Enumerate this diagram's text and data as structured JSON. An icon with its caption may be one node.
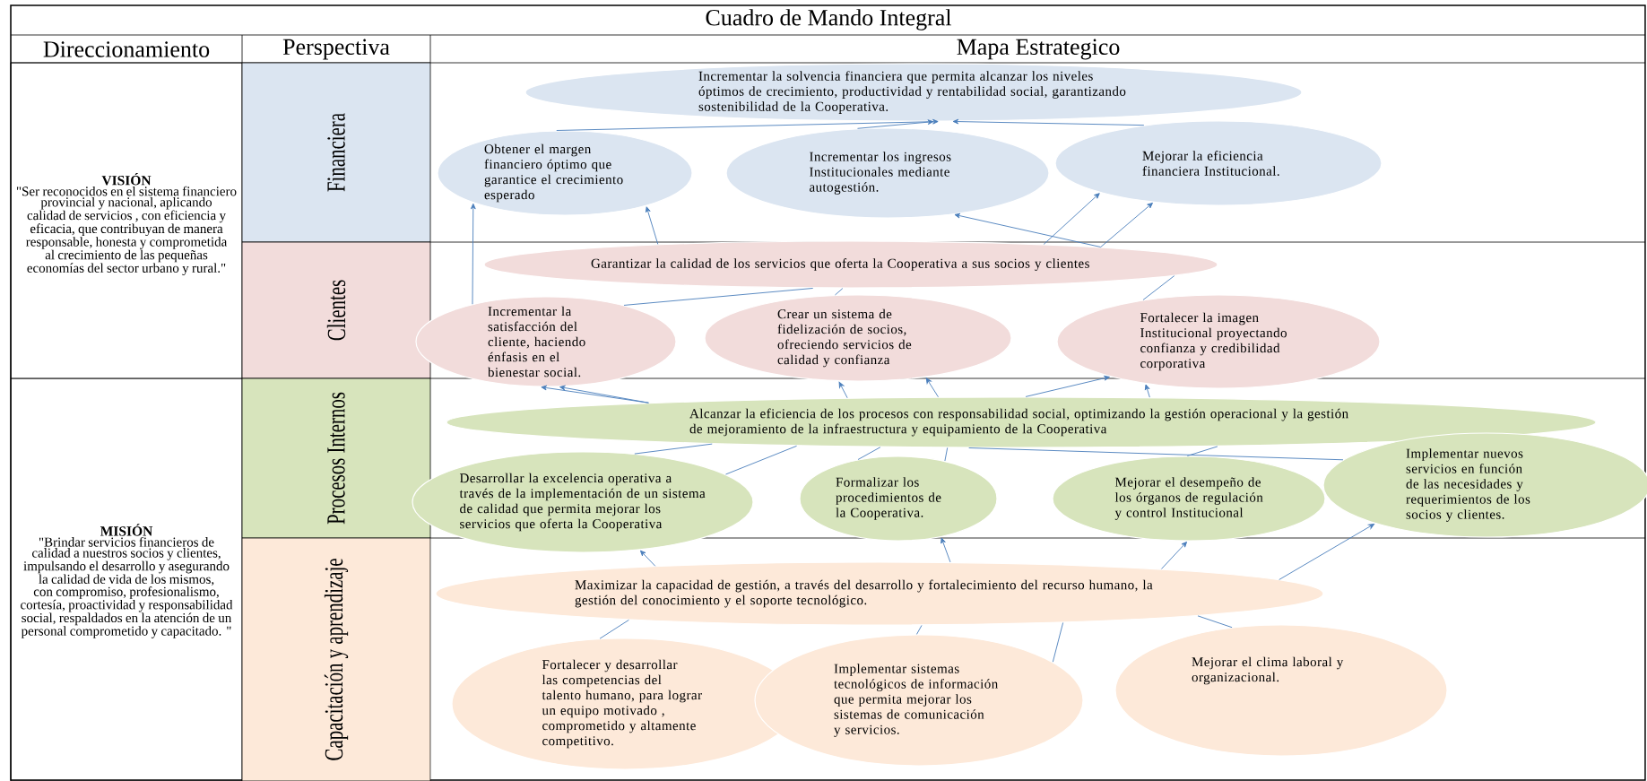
{
  "diagram": {
    "title": "Cuadro de Mando Integral",
    "nodes": [
      {
        "text": [
          "VISIÓN",
          "\"Ser reconocidos en el sistema financiero provincial y nacional, aplicando calidad de servicios , con eficiencia y eficacia, que contribuyan de manera responsable, honesta y comprometida al crecimiento de las pequeñas economías del sector urbano y rural.\""
        ]
      },
      {
        "text": [
          "Financiera"
        ]
      },
      {
        "text": [
          "Incrementar la solvencia financiera que permita alcanzar los niveles óptimos de crecimiento, productividad y rentabilidad social, garantizando sostenibilidad de la Cooperativa."
        ]
      },
      {
        "text": [
          "Obtener el margen financiero óptimo que garantice el crecimiento esperado"
        ]
      },
      {
        "text": [
          "Incrementar los ingresos Institucionales mediante autogestión."
        ]
      },
      {
        "text": [
          "Mejorar la eficiencia financiera Institucional."
        ]
      },
      {
        "text": [
          "Clientes"
        ]
      },
      {
        "text": [
          "Garantizar la calidad de los servicios que oferta la Cooperativa a sus socios y clientes"
        ]
      },
      {
        "text": [
          "Incrementar la satisfacción del cliente, haciendo énfasis en el bienestar social."
        ]
      },
      {
        "text": [
          "Crear un sistema de fidelización de socios, ofreciendo servicios de calidad y confianza"
        ]
      },
      {
        "text": [
          "Fortalecer la imagen Institucional proyectando confianza y credibilidad corporativa"
        ]
      },
      {
        "text": [
          "MISIÓN",
          "\"Brindar servicios financieros de calidad a nuestros socios y clientes, impulsando el desarrollo y asegurando la calidad de vida de los mismos, con compromiso, profesionalismo, cortesía, proactividad y responsabilidad social, respaldados en la atención de un personal comprometido y capacitado. \""
        ]
      },
      {
        "text": [
          "Procesos Internos"
        ]
      },
      {
        "text": [
          "Alcanzar la eficiencia de los procesos con responsabilidad social, optimizando la gestión operacional y la gestión de mejoramiento de la infraestructura y equipamiento de la Cooperativa"
        ]
      },
      {
        "text": [
          "Desarrollar la excelencia operativa a través de la implementación de un sistema de calidad que permita mejorar los servicios que oferta la Cooperativa"
        ]
      },
      {
        "text": [
          "Formalizar los procedimientos de la Cooperativa."
        ]
      },
      {
        "text": [
          "Mejorar el desempeño de los órganos de regulación y control Institucional"
        ]
      },
      {
        "text": [
          "Implementar nuevos servicios en función de las necesidades y requerimientos de los socios y clientes."
        ]
      },
      {
        "text": [
          "Capacitación y aprendizaje"
        ]
      },
      {
        "text": [
          "Maximizar la capacidad de gestión, a través del desarrollo y fortalecimiento del recurso humano, la gestión del conocimiento y el soporte tecnológico."
        ]
      },
      {
        "text": [
          "Fortalecer y desarrollar las competencias del talento humano, para lograr un equipo motivado , comprometido y altamente competitivo."
        ]
      },
      {
        "text": [
          "Implementar sistemas tecnológicos de información que permita mejorar los sistemas de comunicación y servicios."
        ]
      },
      {
        "text": [
          "Mejorar el clima laboral y organizacional."
        ]
      }
    ],
    "edges": [
      {
        "from": 3,
        "to": 2,
        "arrow": "to"
      },
      {
        "from": 4,
        "to": 2,
        "arrow": "to"
      },
      {
        "from": 5,
        "to": 2,
        "arrow": "to"
      },
      {
        "from": 8,
        "to": 3,
        "arrow": "to"
      },
      {
        "from": 7,
        "to": 3,
        "arrow": "to"
      },
      {
        "from": 7,
        "to": 4,
        "arrow": "to"
      },
      {
        "from": 7,
        "to": 5,
        "arrow": "to"
      },
      {
        "from": 7,
        "to": 5,
        "arrow": "to"
      },
      {
        "from": 8,
        "to": 7,
        "arrow": "none"
      },
      {
        "from": 9,
        "to": 7,
        "arrow": "none"
      },
      {
        "from": 10,
        "to": 7,
        "arrow": "none"
      },
      {
        "from": 13,
        "to": 8,
        "arrow": "to"
      },
      {
        "from": 13,
        "to": 8,
        "arrow": "to"
      },
      {
        "from": 13,
        "to": 9,
        "arrow": "to"
      },
      {
        "from": 13,
        "to": 9,
        "arrow": "to"
      },
      {
        "from": 13,
        "to": 10,
        "arrow": "to"
      },
      {
        "from": 13,
        "to": 10,
        "arrow": "to"
      },
      {
        "from": 14,
        "to": 13,
        "arrow": "none"
      },
      {
        "from": 14,
        "to": 13,
        "arrow": "none"
      },
      {
        "from": 15,
        "to": 13,
        "arrow": "none"
      },
      {
        "from": 15,
        "to": 13,
        "arrow": "none"
      },
      {
        "from": 16,
        "to": 13,
        "arrow": "none"
      },
      {
        "from": 17,
        "to": 13,
        "arrow": "none"
      },
      {
        "from": 19,
        "to": 14,
        "arrow": "to"
      },
      {
        "from": 19,
        "to": 15,
        "arrow": "to"
      },
      {
        "from": 19,
        "to": 16,
        "arrow": "to"
      },
      {
        "from": 19,
        "to": 17,
        "arrow": "to"
      },
      {
        "from": 20,
        "to": 19,
        "arrow": "none"
      },
      {
        "from": 21,
        "to": 19,
        "arrow": "none"
      },
      {
        "from": 21,
        "to": 19,
        "arrow": "none"
      },
      {
        "from": 22,
        "to": 19,
        "arrow": "none"
      }
    ],
    "labels": [
      "Direccionamiento",
      "Perspectiva",
      "Mapa Estrategico"
    ]
  }
}
